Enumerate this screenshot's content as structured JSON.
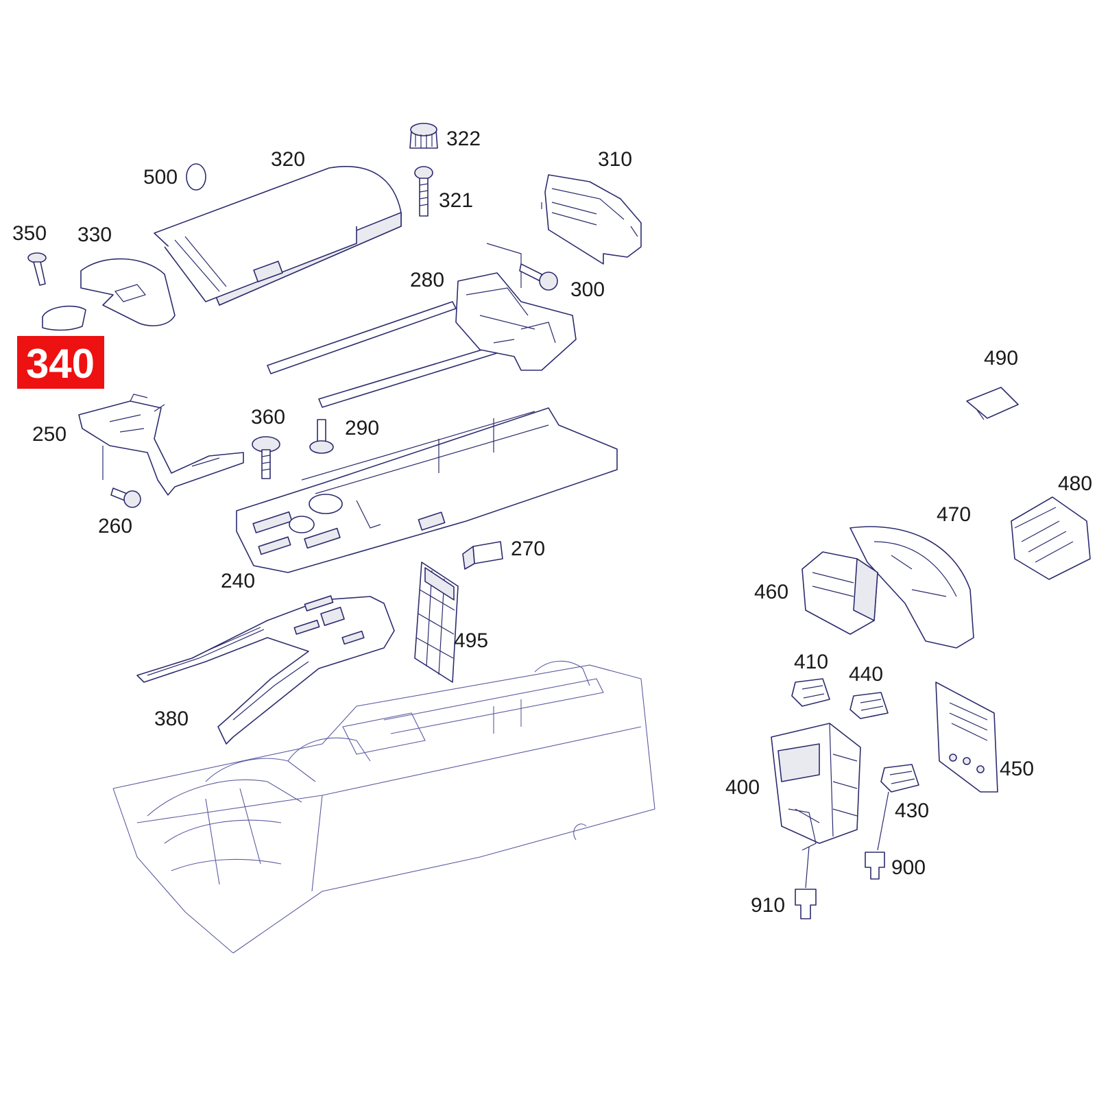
{
  "highlight": {
    "label": "340",
    "color": "#ee1111"
  },
  "callouts": {
    "c500": "500",
    "c320": "320",
    "c322": "322",
    "c321": "321",
    "c310": "310",
    "c350": "350",
    "c330": "330",
    "c280": "280",
    "c300": "300",
    "c490": "490",
    "c250": "250",
    "c360": "360",
    "c290": "290",
    "c260": "260",
    "c480": "480",
    "c470": "470",
    "c270": "270",
    "c240": "240",
    "c460": "460",
    "c495": "495",
    "c410": "410",
    "c440": "440",
    "c380": "380",
    "c450": "450",
    "c400": "400",
    "c430": "430",
    "c900": "900",
    "c910": "910"
  },
  "colors": {
    "line": "#2b2b6e",
    "highlight": "#ee1111"
  }
}
